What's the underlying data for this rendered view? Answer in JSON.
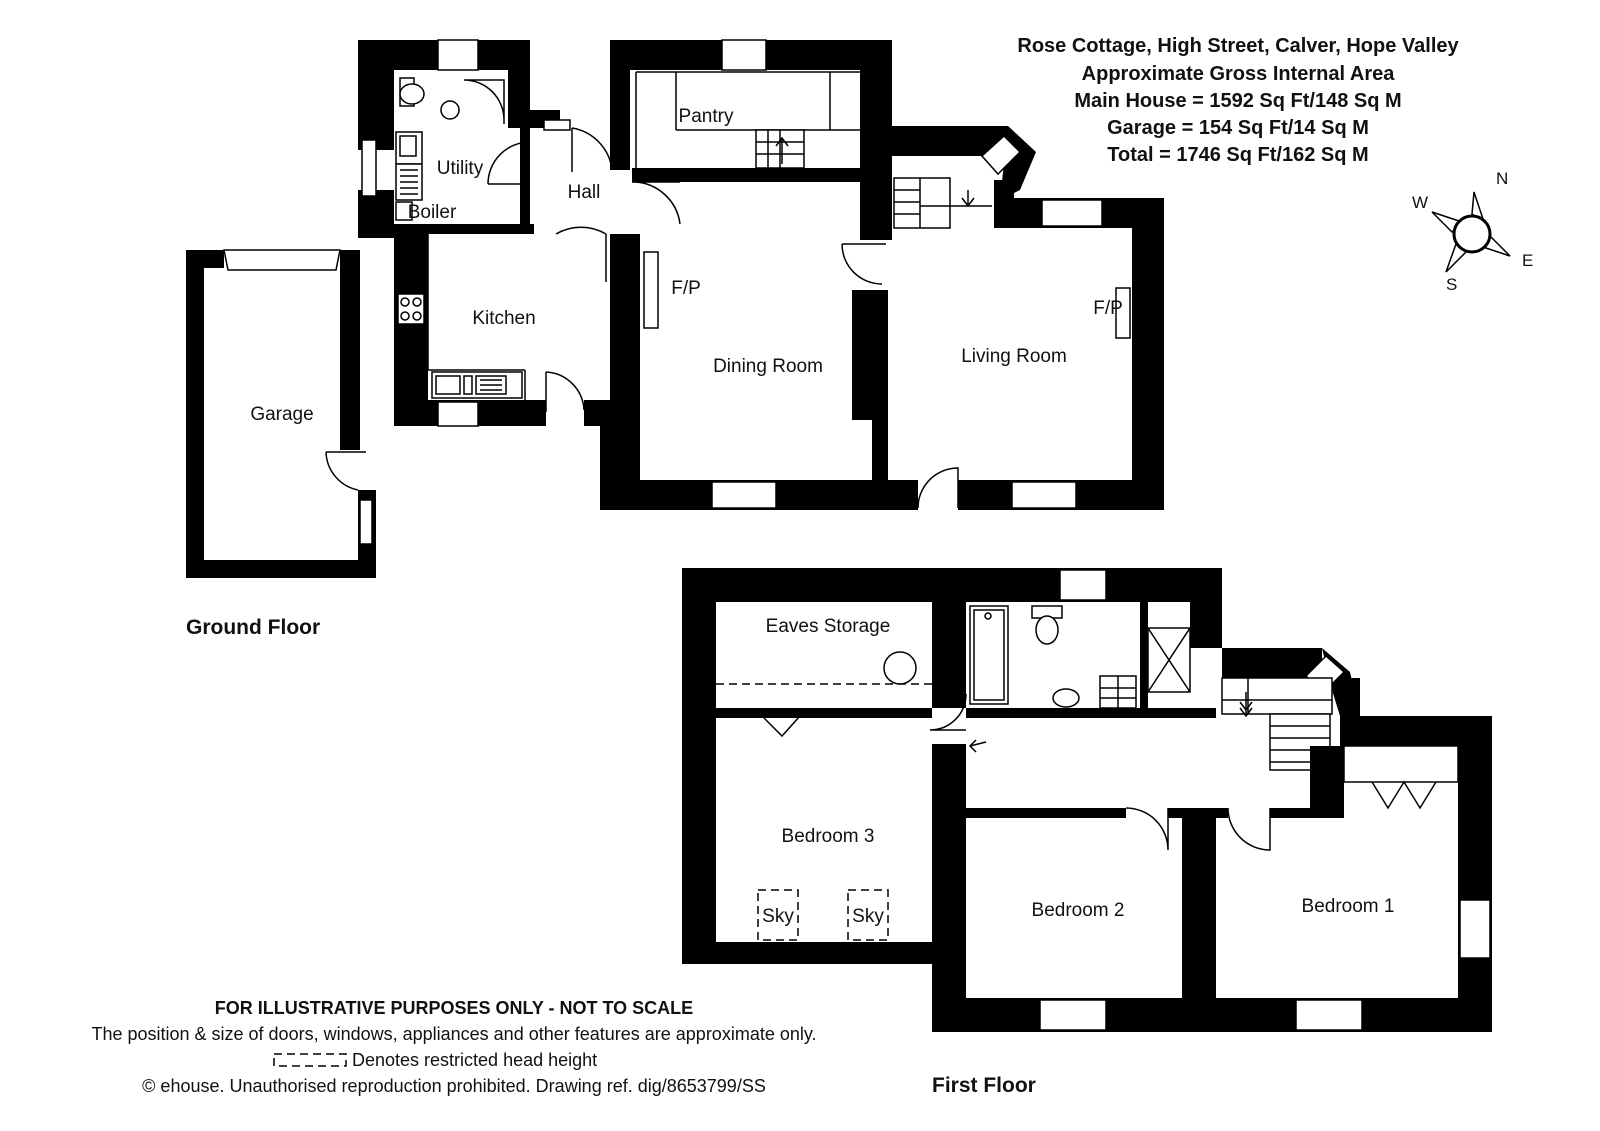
{
  "title": {
    "line1": "Rose Cottage, High Street, Calver, Hope Valley",
    "line2": "Approximate Gross Internal Area",
    "line3": "Main House = 1592 Sq Ft/148 Sq M",
    "line4": "Garage = 154 Sq Ft/14 Sq M",
    "line5": "Total = 1746 Sq Ft/162 Sq M"
  },
  "compass": {
    "n": "N",
    "e": "E",
    "s": "S",
    "w": "W"
  },
  "ground_floor": {
    "label": "Ground Floor",
    "rooms": {
      "pantry": "Pantry",
      "utility": "Utility",
      "boiler": "Boiler",
      "hall": "Hall",
      "kitchen": "Kitchen",
      "garage": "Garage",
      "dining": "Dining Room",
      "living": "Living Room",
      "fp1": "F/P",
      "fp2": "F/P"
    }
  },
  "first_floor": {
    "label": "First Floor",
    "rooms": {
      "eaves": "Eaves Storage",
      "bed3": "Bedroom 3",
      "bed2": "Bedroom 2",
      "bed1": "Bedroom 1",
      "sky1": "Sky",
      "sky2": "Sky"
    }
  },
  "disclaimer": {
    "line1": "FOR ILLUSTRATIVE PURPOSES ONLY - NOT TO SCALE",
    "line2": "The position & size of doors, windows, appliances and other features are approximate only.",
    "line3": "Denotes restricted head height",
    "line4": "© ehouse. Unauthorised reproduction prohibited. Drawing ref. dig/8653799/SS"
  }
}
